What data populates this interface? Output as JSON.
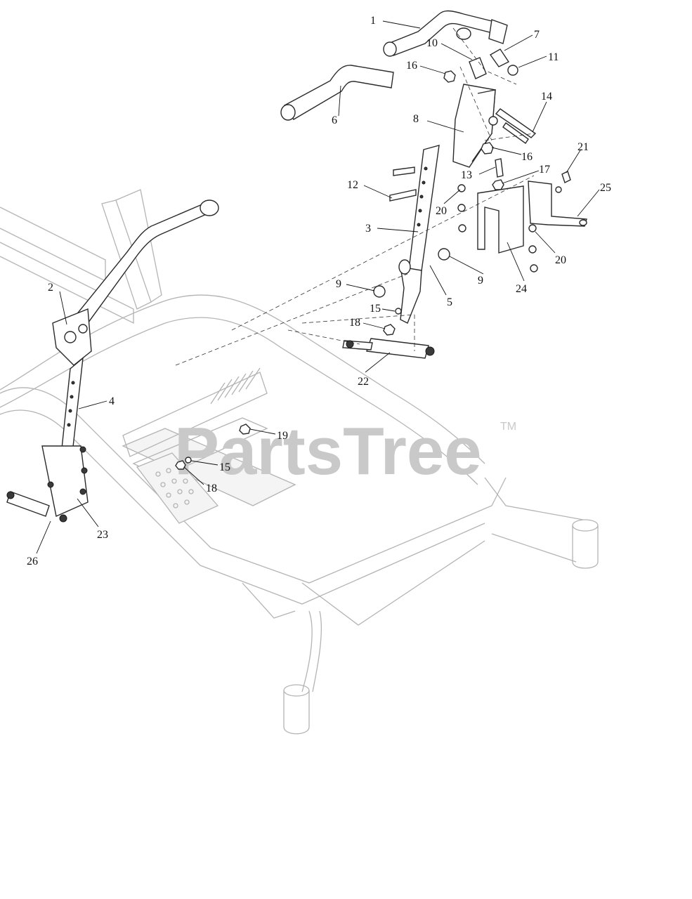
{
  "watermark": {
    "text": "PartsTree",
    "trademark": "TM"
  },
  "callouts": [
    {
      "id": "c1",
      "label": "1"
    },
    {
      "id": "c2",
      "label": "2"
    },
    {
      "id": "c3",
      "label": "3"
    },
    {
      "id": "c4",
      "label": "4"
    },
    {
      "id": "c5",
      "label": "5"
    },
    {
      "id": "c6",
      "label": "6"
    },
    {
      "id": "c7",
      "label": "7"
    },
    {
      "id": "c8",
      "label": "8"
    },
    {
      "id": "c9a",
      "label": "9"
    },
    {
      "id": "c9b",
      "label": "9"
    },
    {
      "id": "c10",
      "label": "10"
    },
    {
      "id": "c11",
      "label": "11"
    },
    {
      "id": "c12",
      "label": "12"
    },
    {
      "id": "c13",
      "label": "13"
    },
    {
      "id": "c14",
      "label": "14"
    },
    {
      "id": "c15a",
      "label": "15"
    },
    {
      "id": "c15b",
      "label": "15"
    },
    {
      "id": "c16a",
      "label": "16"
    },
    {
      "id": "c16b",
      "label": "16"
    },
    {
      "id": "c17",
      "label": "17"
    },
    {
      "id": "c18a",
      "label": "18"
    },
    {
      "id": "c18b",
      "label": "18"
    },
    {
      "id": "c19",
      "label": "19"
    },
    {
      "id": "c20a",
      "label": "20"
    },
    {
      "id": "c20b",
      "label": "20"
    },
    {
      "id": "c21",
      "label": "21"
    },
    {
      "id": "c22",
      "label": "22"
    },
    {
      "id": "c23",
      "label": "23"
    },
    {
      "id": "c24",
      "label": "24"
    },
    {
      "id": "c25",
      "label": "25"
    },
    {
      "id": "c26",
      "label": "26"
    }
  ]
}
